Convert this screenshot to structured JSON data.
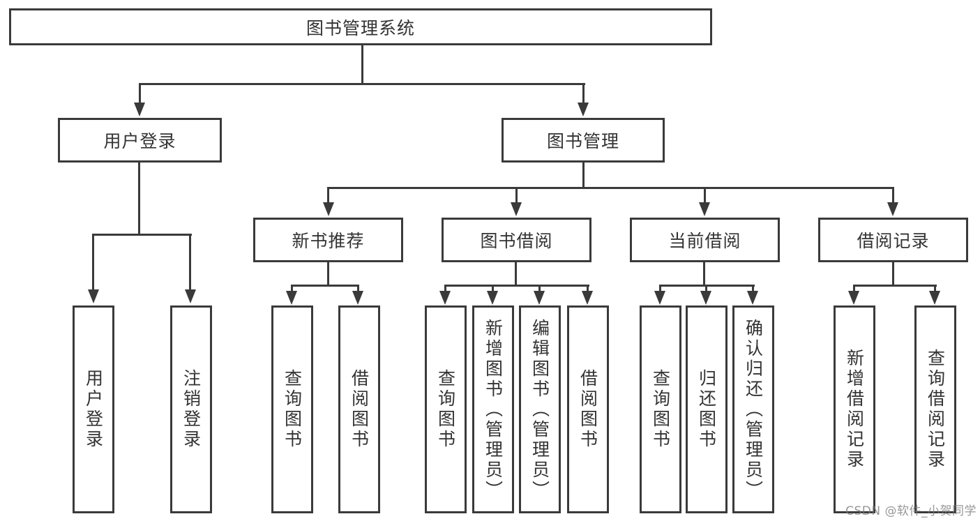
{
  "tree": {
    "label": "图书管理系统",
    "children": [
      {
        "label": "用户登录",
        "children": [
          {
            "label": "用户登录"
          },
          {
            "label": "注销登录"
          }
        ]
      },
      {
        "label": "图书管理",
        "children": [
          {
            "label": "新书推荐",
            "children": [
              {
                "label": "查询图书"
              },
              {
                "label": "借阅图书"
              }
            ]
          },
          {
            "label": "图书借阅",
            "children": [
              {
                "label": "查询图书"
              },
              {
                "label": "新增图书（管理员）"
              },
              {
                "label": "编辑图书（管理员）"
              },
              {
                "label": "借阅图书"
              }
            ]
          },
          {
            "label": "当前借阅",
            "children": [
              {
                "label": "查询图书"
              },
              {
                "label": "归还图书"
              },
              {
                "label": "确认归还（管理员）"
              }
            ]
          },
          {
            "label": "借阅记录",
            "children": [
              {
                "label": "新增借阅记录"
              },
              {
                "label": "查询借阅记录"
              }
            ]
          }
        ]
      }
    ]
  },
  "watermark": "CSDN @软件_小贺同学",
  "colors": {
    "line": "#3a3a3a",
    "text": "#333333",
    "watermark": "#9e9e9e",
    "background": "#ffffff"
  }
}
